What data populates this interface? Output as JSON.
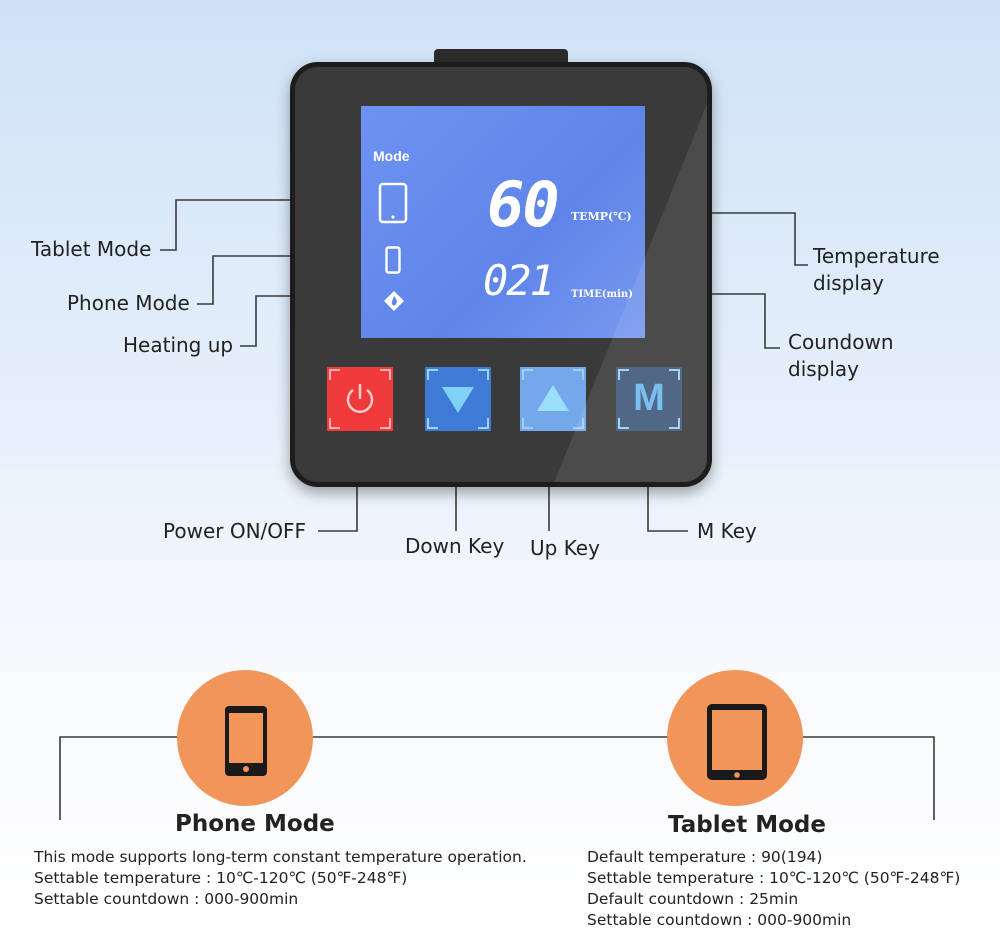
{
  "device": {
    "lcd_mode_label": "Mode",
    "temperature_value": "60",
    "temperature_unit_label": "TEMP(℃)",
    "time_value": "021",
    "time_unit_label": "TIME(min)",
    "power_key_color": "#f0393a",
    "down_key_color": "#3f7bd6",
    "up_key_color": "#74a8ea",
    "m_key_label": "M"
  },
  "callouts": {
    "tablet_mode": "Tablet Mode",
    "phone_mode": "Phone Mode",
    "heating_up": "Heating up",
    "temperature_display_line1": "Temperature",
    "temperature_display_line2": "display",
    "countdown_display_line1": "Coundown",
    "countdown_display_line2": "display",
    "power": "Power ON/OFF",
    "down_key": "Down Key",
    "up_key": "Up Key",
    "m_key": "M Key"
  },
  "modes": {
    "phone": {
      "title": "Phone Mode",
      "icon": "phone-icon",
      "lines": [
        "This mode supports long-term constant temperature operation.",
        "Settable temperature : 10℃-120℃ (50℉-248℉)",
        "Settable countdown : 000-900min"
      ]
    },
    "tablet": {
      "title": "Tablet Mode",
      "icon": "tablet-icon",
      "lines": [
        "Default temperature : 90(194)",
        "Settable temperature : 10℃-120℃ (50℉-248℉)",
        "Default countdown : 25min",
        "Settable countdown : 000-900min"
      ]
    },
    "accent_color": "#f2955a"
  }
}
